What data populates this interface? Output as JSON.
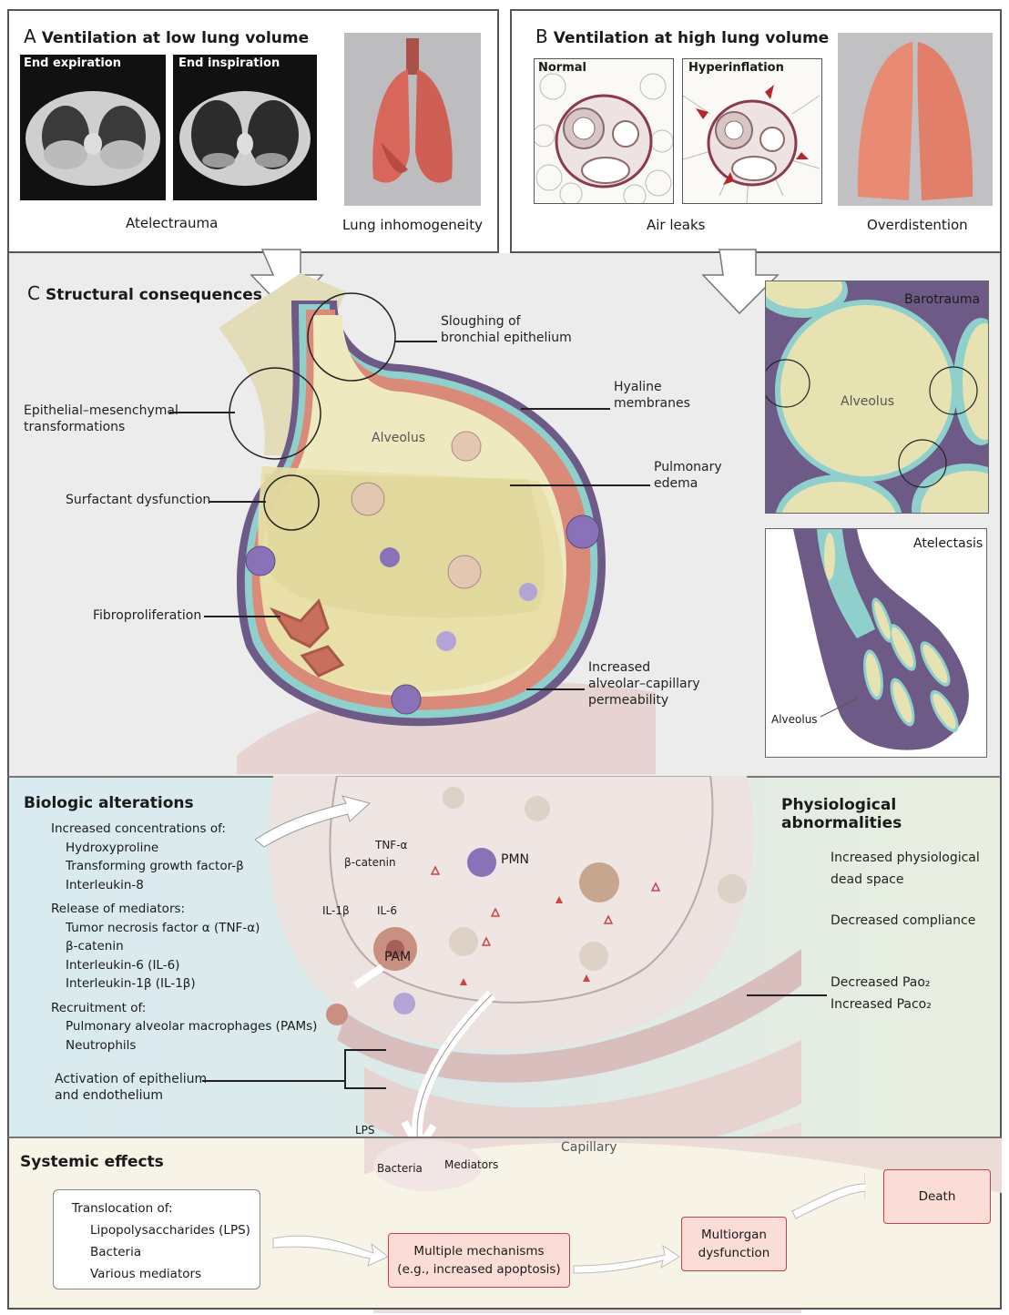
{
  "panel_a": {
    "letter": "A",
    "title": "Ventilation at low lung volume",
    "ct_left_label": "End expiration",
    "ct_right_label": "End inspiration",
    "caption_left": "Atelectrauma",
    "caption_right": "Lung inhomogeneity"
  },
  "panel_b": {
    "letter": "B",
    "title": "Ventilation at high lung volume",
    "left_label": "Normal",
    "right_label": "Hyperinflation",
    "caption_left": "Air leaks",
    "caption_right": "Overdistention"
  },
  "panel_c": {
    "letter": "C",
    "title": "Structural consequences",
    "labels": {
      "sloughing": [
        "Sloughing of",
        "bronchial epithelium"
      ],
      "hyaline": [
        "Hyaline",
        "membranes"
      ],
      "emt": [
        "Epithelial–mesenchymal",
        "transformations"
      ],
      "alveolus": "Alveolus",
      "edema": [
        "Pulmonary",
        "edema"
      ],
      "surfactant": "Surfactant dysfunction",
      "fibro": "Fibroproliferation",
      "permeability": [
        "Increased",
        "alveolar–capillary",
        "permeability"
      ]
    },
    "barotrauma": {
      "title": "Barotrauma",
      "alveolus": "Alveolus"
    },
    "atelectasis": {
      "title": "Atelectasis",
      "alveolus": "Alveolus"
    }
  },
  "biologic": {
    "title": "Biologic alterations",
    "groups": [
      {
        "heading": "Increased concentrations of:",
        "items": [
          "Hydroxyproline",
          "Transforming growth factor-β",
          "Interleukin-8"
        ]
      },
      {
        "heading": "Release of mediators:",
        "items": [
          "Tumor necrosis factor α (TNF-α)",
          "β-catenin",
          "Interleukin-6 (IL-6)",
          "Interleukin-1β (IL-1β)"
        ]
      },
      {
        "heading": "Recruitment of:",
        "items": [
          "Pulmonary alveolar macrophages (PAMs)",
          "Neutrophils"
        ]
      }
    ],
    "activation": [
      "Activation of epithelium",
      "and endothelium"
    ],
    "legend": {
      "tnf": "TNF-α",
      "catenin": "β-catenin",
      "il1": "IL-1β",
      "il6": "IL-6"
    },
    "pmn": "PMN",
    "pam": "PAM"
  },
  "physio": {
    "title": "Physiological abnormalities",
    "items": [
      [
        "Increased physiological",
        "dead space"
      ],
      [
        "Decreased compliance"
      ]
    ],
    "pao2": "Decreased Pao₂",
    "paco2": "Increased Paco₂"
  },
  "systemic": {
    "title": "Systemic effects",
    "translocation_heading": "Translocation of:",
    "translocation_items": [
      "Lipopolysaccharides (LPS)",
      "Bacteria",
      "Various mediators"
    ],
    "mechanisms": [
      "Multiple mechanisms",
      "(e.g., increased apoptosis)"
    ],
    "multiorgan": [
      "Multiorgan",
      "dysfunction"
    ],
    "death": "Death",
    "lps": "LPS",
    "bacteria": "Bacteria",
    "mediators": "Mediators",
    "capillary": "Capillary"
  },
  "colors": {
    "alveolus_fill": "#efe9bf",
    "edema_fill": "#e8dfa6",
    "hyaline": "#d98a78",
    "wall": "#6e5a86",
    "epithelium": "#8fd0cc",
    "bio_bg": "#d9ebf0",
    "physio_bg": "#e9efe0",
    "systemic_bg": "#f7f3e6",
    "box_fill": "#fbdcd6"
  }
}
